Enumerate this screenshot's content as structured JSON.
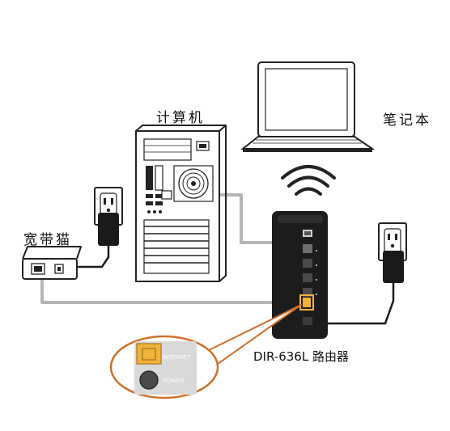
{
  "labels": {
    "computer": "计算机",
    "laptop": "笔记本",
    "modem": "宽带猫",
    "router": "DIR-636L 路由器"
  },
  "inset": {
    "port_label": "INTERNET",
    "button_label": "POWER"
  },
  "colors": {
    "cable_gray": "#b5b5b5",
    "highlight_orange": "#d0702c",
    "internet_port": "#f0b23a",
    "router_body": "#1c1c1c",
    "inset_bg": "#d9d9d9"
  },
  "icons": [
    "computer-tower-icon",
    "laptop-icon",
    "broadband-modem-icon",
    "router-icon",
    "wifi-signal-icon",
    "power-outlet-icon",
    "power-adapter-icon"
  ]
}
